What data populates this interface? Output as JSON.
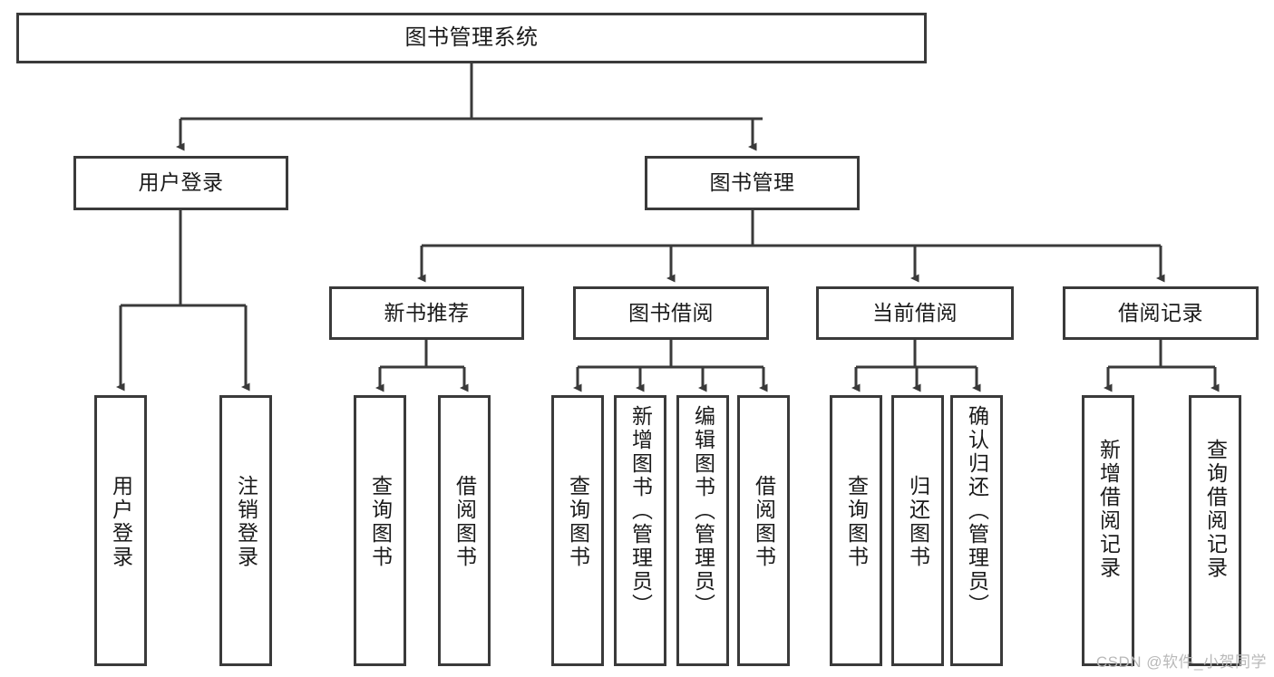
{
  "diagram": {
    "title": "图书管理系统",
    "type": "tree-hierarchy-chart",
    "watermark": "CSDN @软件_小贺同学",
    "colors": {
      "stroke": "#3a3a3a",
      "fill": "#ffffff",
      "text": "#1a1a1a",
      "watermark": "#b9b9b9"
    },
    "nodes": {
      "root": {
        "label": "图书管理系统"
      },
      "level2": [
        {
          "id": "user-login",
          "label": "用户登录"
        },
        {
          "id": "book-management",
          "label": "图书管理"
        }
      ],
      "level3": [
        {
          "id": "new-book-recommend",
          "label": "新书推荐"
        },
        {
          "id": "book-borrow",
          "label": "图书借阅"
        },
        {
          "id": "current-borrow",
          "label": "当前借阅"
        },
        {
          "id": "borrow-record",
          "label": "借阅记录"
        }
      ],
      "leaves": {
        "user-login": [
          {
            "id": "leaf-user-login",
            "label": "用户登录"
          },
          {
            "id": "leaf-logout-login",
            "label": "注销登录"
          }
        ],
        "new-book-recommend": [
          {
            "id": "leaf-query-book-1",
            "label": "查询图书"
          },
          {
            "id": "leaf-borrow-book-1",
            "label": "借阅图书"
          }
        ],
        "book-borrow": [
          {
            "id": "leaf-query-book-2",
            "label": "查询图书"
          },
          {
            "id": "leaf-add-book",
            "label": "新增图书（管理员）"
          },
          {
            "id": "leaf-edit-book",
            "label": "编辑图书（管理员）"
          },
          {
            "id": "leaf-borrow-book-2",
            "label": "借阅图书"
          }
        ],
        "current-borrow": [
          {
            "id": "leaf-query-book-3",
            "label": "查询图书"
          },
          {
            "id": "leaf-return-book",
            "label": "归还图书"
          },
          {
            "id": "leaf-confirm-return",
            "label": "确认归还（管理员）"
          }
        ],
        "borrow-record": [
          {
            "id": "leaf-add-borrow-record",
            "label": "新增借阅记录"
          },
          {
            "id": "leaf-query-borrow-record",
            "label": "查询借阅记录"
          }
        ]
      }
    }
  }
}
